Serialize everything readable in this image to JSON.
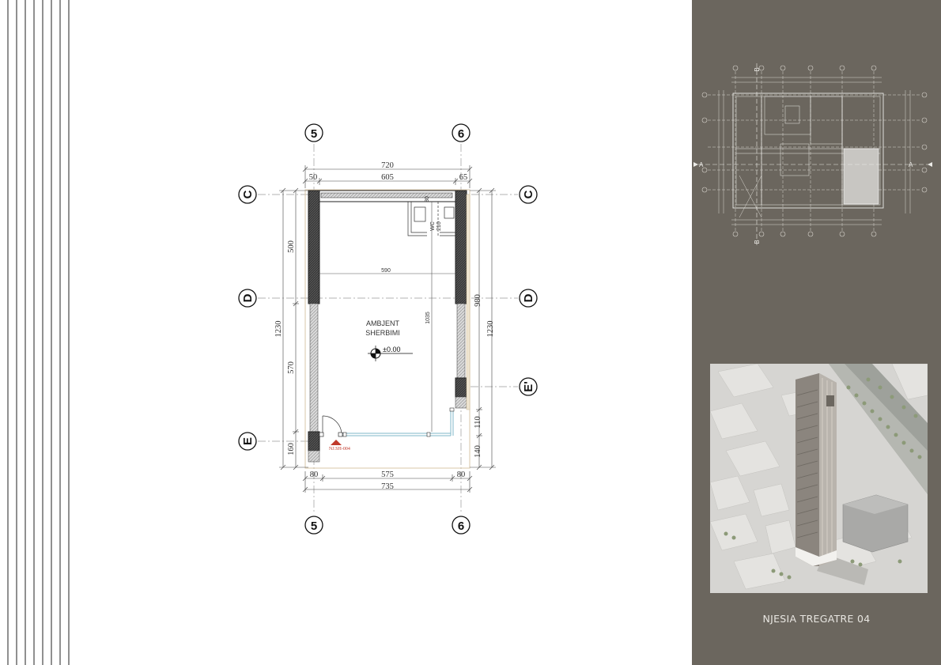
{
  "floor_plan": {
    "grid_axes": {
      "top": [
        "5",
        "6"
      ],
      "bottom": [
        "5",
        "6"
      ],
      "left": [
        "C",
        "D",
        "E"
      ],
      "right": [
        "C",
        "D",
        "E'"
      ]
    },
    "dimensions": {
      "top_total": "720",
      "top_left": "50",
      "top_mid": "605",
      "top_right": "65",
      "bottom_left": "80",
      "bottom_mid": "575",
      "bottom_right": "80",
      "bottom_total": "735",
      "left_total": "1230",
      "left_top": "500",
      "left_mid": "570",
      "left_bottom": "160",
      "right_total": "1230",
      "right_upper": "980",
      "right_mid": "110",
      "right_bottom": "140",
      "inner_width": "590",
      "inner_height": "1035"
    },
    "room_name_line1": "AMBJENT",
    "room_name_line2": "SHERBIMI",
    "level": "±0.00",
    "entrance_tag": "NJ.SH-004",
    "wc_note": "WC",
    "small_marks": [
      "30",
      "210"
    ]
  },
  "key_plan": {
    "section_a_left": "A",
    "section_a_right": "A",
    "section_b_top": "B",
    "section_b_bottom": "B"
  },
  "sidebar": {
    "unit_title": "NJESIA TREGATRE 04"
  },
  "colors": {
    "sidebar_bg": "#6b665e",
    "wall_dark": "#3a3a3a",
    "wall_hatch": "#bdbdbd",
    "entrance_marker": "#c0392b",
    "axis_line": "#9a9a9a"
  }
}
